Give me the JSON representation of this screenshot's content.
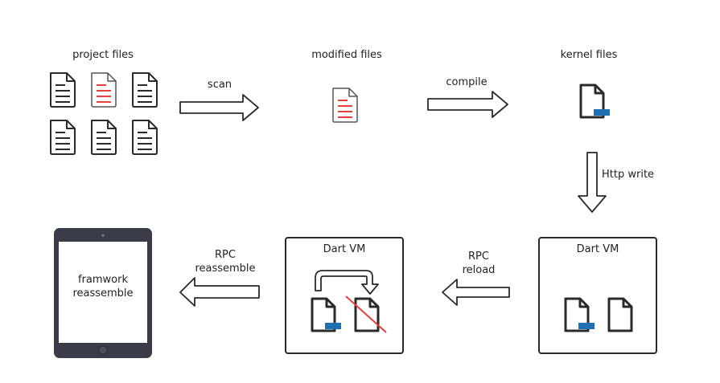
{
  "stages": {
    "project_files": "project files",
    "modified_files": "modified files",
    "kernel_files": "kernel files"
  },
  "arrows": {
    "scan": "scan",
    "compile": "compile",
    "http_write": "Http write",
    "rpc_reload": [
      "RPC",
      "reload"
    ],
    "rpc_reassemble": [
      "RPC",
      "reassemble"
    ]
  },
  "vm_right": {
    "title": "Dart VM"
  },
  "vm_left": {
    "title": "Dart VM"
  },
  "tablet": {
    "text": [
      "framwork",
      "reassemble"
    ]
  },
  "colors": {
    "stroke": "#2a2a2a",
    "modified": "#e5403a",
    "kernel_badge": "#1f6fb2",
    "tablet": "#3a3d47"
  }
}
